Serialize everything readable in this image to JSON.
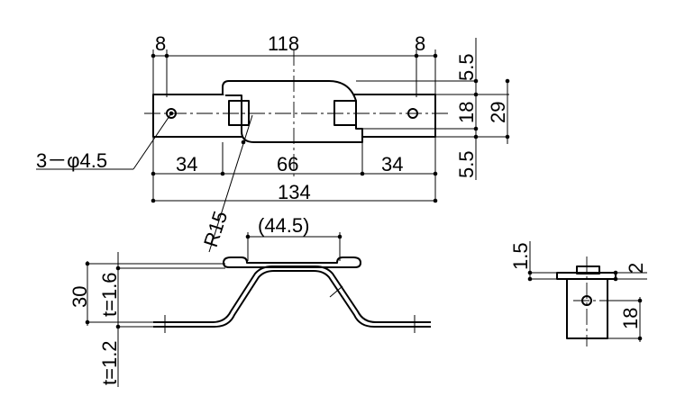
{
  "top_view": {
    "dim_left_margin": "8",
    "dim_overall_inner": "118",
    "dim_right_margin": "8",
    "dim_top_offset": "5.5",
    "dim_slot_height": "18",
    "dim_total_height": "29",
    "dim_bottom_offset": "5.5",
    "dim_left_segment": "34",
    "dim_middle_segment": "66",
    "dim_right_segment": "34",
    "dim_overall_length": "134",
    "hole_callout": "3－φ4.5",
    "radius_callout": "R15"
  },
  "side_view": {
    "dim_span": "(44.5)",
    "dim_height": "30",
    "thickness_upper": "t=1.6",
    "thickness_lower": "t=1.2"
  },
  "end_view": {
    "dim_tab_height": "1.5",
    "dim_tab_offset": "2",
    "dim_hole_height": "18"
  }
}
